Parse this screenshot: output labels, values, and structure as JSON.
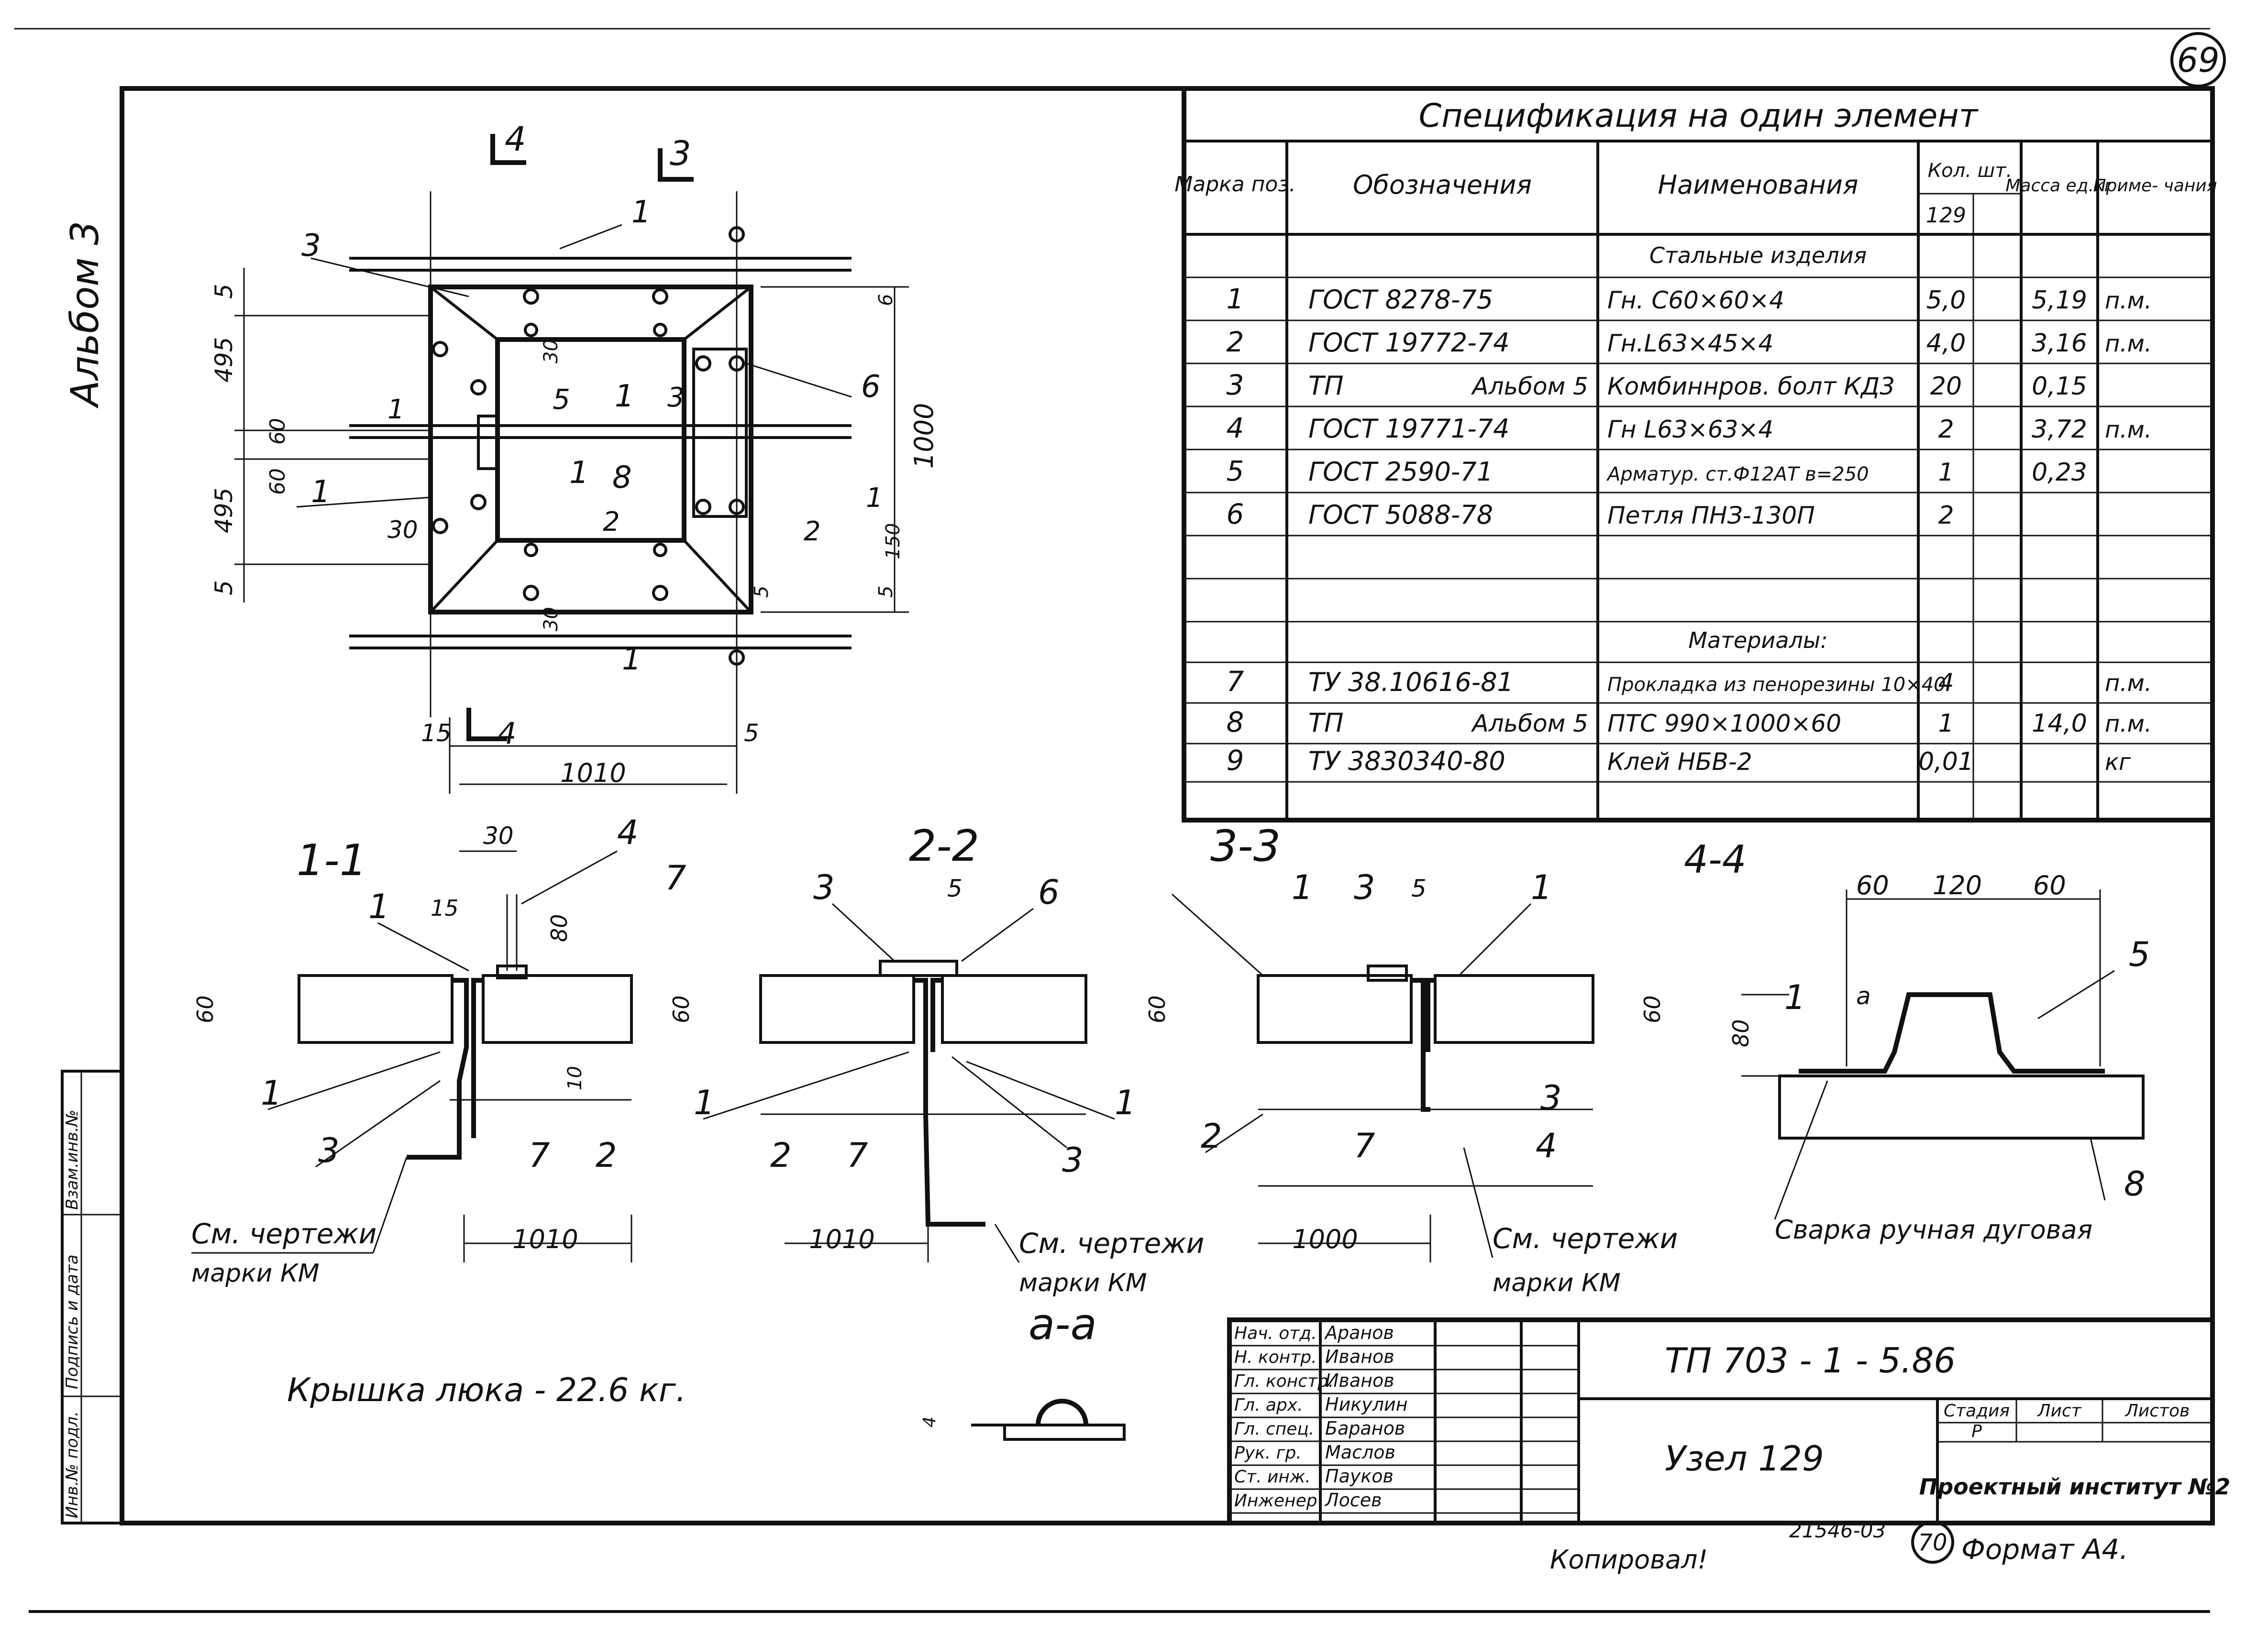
{
  "sheet_number": "69",
  "album_label": "Альбом 3",
  "spec": {
    "title": "Спецификация на один элемент",
    "headers": {
      "mark": "Марка поз.",
      "designation": "Обозначения",
      "name": "Наименования",
      "qty": "Кол. шт.",
      "qty_sub": "129",
      "mass": "Масса ед.кг",
      "note": "Приме- чания"
    },
    "section_steel": "Стальные изделия",
    "section_materials": "Материалы:",
    "rows": [
      {
        "mark": "1",
        "des": "ГОСТ 8278-75",
        "des2": "",
        "name": "Гн. С60×60×4",
        "qty": "5,0",
        "mass": "5,19",
        "note": "п.м."
      },
      {
        "mark": "2",
        "des": "ГОСТ 19772-74",
        "des2": "",
        "name": "Гн.L63×45×4",
        "qty": "4,0",
        "mass": "3,16",
        "note": "п.м."
      },
      {
        "mark": "3",
        "des": "ТП",
        "des2": "Альбом 5",
        "name": "Комбиннров. болт КД3",
        "qty": "20",
        "mass": "0,15",
        "note": ""
      },
      {
        "mark": "4",
        "des": "ГОСТ 19771-74",
        "des2": "",
        "name": "Гн L63×63×4",
        "qty": "2",
        "mass": "3,72",
        "note": "п.м."
      },
      {
        "mark": "5",
        "des": "ГОСТ 2590-71",
        "des2": "",
        "name": "Арматур. ст.Ф12АТ в=250",
        "qty": "1",
        "mass": "0,23",
        "note": ""
      },
      {
        "mark": "6",
        "des": "ГОСТ 5088-78",
        "des2": "",
        "name": "Петля ПНЗ-130П",
        "qty": "2",
        "mass": "",
        "note": ""
      },
      {
        "mark": "7",
        "des": "ТУ 38.10616-81",
        "des2": "",
        "name": "Прокладка из пенорезины 10×40",
        "qty": "4",
        "mass": "",
        "note": "п.м."
      },
      {
        "mark": "8",
        "des": "ТП",
        "des2": "Альбом 5",
        "name": "ПТС 990×1000×60",
        "qty": "1",
        "mass": "14,0",
        "note": "п.м."
      },
      {
        "mark": "9",
        "des": "ТУ 3830340-80",
        "des2": "",
        "name": "Клей НБВ-2",
        "qty": "0,01",
        "mass": "",
        "note": "кг"
      }
    ]
  },
  "plan": {
    "cut_labels": [
      "4",
      "3",
      "4",
      "1",
      "1",
      "2",
      "2",
      "3"
    ],
    "callouts": [
      "1",
      "1",
      "1",
      "1",
      "1",
      "3",
      "5",
      "6",
      "8"
    ],
    "dims": {
      "left": [
        "5",
        "495",
        "60",
        "60",
        "495",
        "5"
      ],
      "inner": [
        "30",
        "30",
        "30",
        "6",
        "150",
        "5",
        "5"
      ],
      "right": "1000",
      "bottom": [
        "15",
        "5",
        "1010"
      ]
    }
  },
  "sections": [
    {
      "title": "1-1",
      "dims": [
        "30",
        "15",
        "80",
        "60",
        "10"
      ],
      "callouts": [
        "4",
        "1",
        "7",
        "1",
        "3",
        "7",
        "2"
      ],
      "span": "1010"
    },
    {
      "title": "2-2",
      "dims": [
        "5",
        "60",
        "60"
      ],
      "callouts": [
        "3",
        "6",
        "1",
        "2",
        "7",
        "3",
        "1"
      ],
      "span": "1010"
    },
    {
      "title": "3-3",
      "dims": [
        "5",
        "60"
      ],
      "callouts": [
        "1",
        "3",
        "1",
        "2",
        "7",
        "4",
        "3"
      ],
      "span": "1000"
    },
    {
      "title": "4-4",
      "dims": [
        "60",
        "120",
        "60",
        "80"
      ],
      "callouts": [
        "5",
        "1",
        "8"
      ],
      "aa": "a"
    }
  ],
  "notes": {
    "see_drawing_1": "См. чертежи",
    "see_drawing_2": "марки КМ",
    "weld": "Сварка ручная дуговая",
    "cover": "Крышка люка - 22.6 кг.",
    "aa_title": "а-а",
    "aa_dim": "4"
  },
  "stamp": {
    "side_columns": [
      "Инв.№ подл.",
      "Подпись и дата",
      "Взам.инв.№"
    ],
    "roles": [
      {
        "role": "Нач. отд.",
        "name": "Аранов"
      },
      {
        "role": "Н. контр.",
        "name": "Иванов"
      },
      {
        "role": "Гл. констр.",
        "name": "Иванов"
      },
      {
        "role": "Гл. арх.",
        "name": "Никулин"
      },
      {
        "role": "Гл. спец.",
        "name": "Баранов"
      },
      {
        "role": "Рук. гр.",
        "name": "Маслов"
      },
      {
        "role": "Ст. инж.",
        "name": "Пауков"
      },
      {
        "role": "Инженер",
        "name": "Лосев"
      }
    ],
    "doc_code": "ТП 703 - 1 - 5.86",
    "node": "Узел 129",
    "stage_label": "Стадия",
    "sheet_label": "Лист",
    "sheets_label": "Листов",
    "stage_value": "Р",
    "institute": "Проектный институт №2"
  },
  "footer": {
    "copied": "Копировал!",
    "order": "21546-03",
    "circle_num": "70",
    "format": "Формат А4."
  }
}
